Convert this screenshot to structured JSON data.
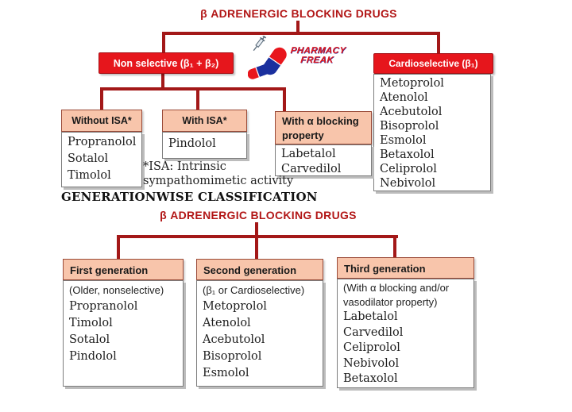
{
  "selectivity_chart": {
    "title": "β ADRENERGIC BLOCKING DRUGS",
    "non_selective": {
      "label": "Non selective (β₁ + β₂)",
      "without_isa": {
        "label": "Without ISA*",
        "drugs": [
          "Propranolol",
          "Sotalol",
          "Timolol"
        ]
      },
      "with_isa": {
        "label": "With ISA*",
        "drugs": [
          "Pindolol"
        ]
      },
      "alpha_blocking": {
        "label": "With α blocking property",
        "drugs": [
          "Labetalol",
          "Carvedilol"
        ]
      }
    },
    "cardioselective": {
      "label": "Cardioselective (β₁)",
      "drugs": [
        "Metoprolol",
        "Atenolol",
        "Acebutolol",
        "Bisoprolol",
        "Esmolol",
        "Betaxolol",
        "Celiprolol",
        "Nebivolol"
      ]
    },
    "footnote_line1": "*ISA: Intrinsic",
    "footnote_line2": "sympathomimetic activity"
  },
  "section_heading": "GENERATIONWISE CLASSIFICATION",
  "generation_chart": {
    "title": "β ADRENERGIC BLOCKING DRUGS",
    "generations": [
      {
        "label": "First generation",
        "intro": [
          "(Older, nonselective)"
        ],
        "drugs": [
          "Propranolol",
          "Timolol",
          "Sotalol",
          "Pindolol"
        ]
      },
      {
        "label": "Second generation",
        "intro": [
          "(β₁ or Cardioselective)"
        ],
        "drugs": [
          "Metoprolol",
          "Atenolol",
          "Acebutolol",
          "Bisoprolol",
          "Esmolol"
        ]
      },
      {
        "label": "Third generation",
        "intro": [
          "(With α blocking and/or",
          "vasodilator property)"
        ],
        "drugs": [
          "Labetalol",
          "Carvedilol",
          "Celiprolol",
          "Nebivolol",
          "Betaxolol"
        ]
      }
    ]
  },
  "logo": {
    "line1": "PHARMACY",
    "line2": "FREAK"
  },
  "colors": {
    "red_box": "#e6161c",
    "salmon_box": "#f8c5ab",
    "connector_dark_red": "#a31818",
    "title_red": "#b21616",
    "logo_red": "#e01b20",
    "logo_blue": "#1a2f9e"
  }
}
